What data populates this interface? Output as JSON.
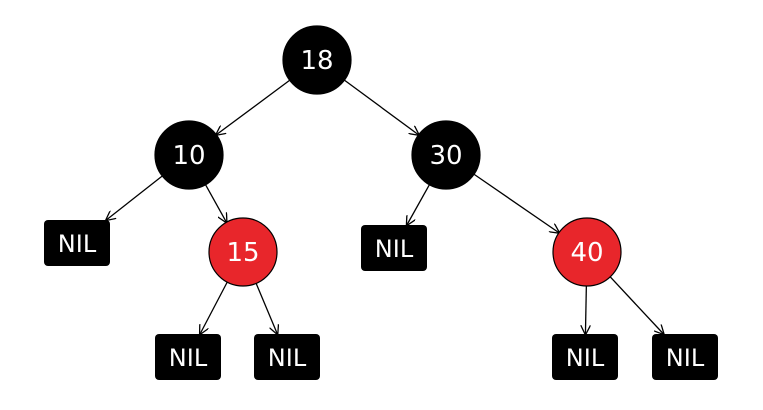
{
  "colors": {
    "black_node": "#000000",
    "red_node": "#e8262b",
    "text": "#ffffff",
    "edge": "#000000"
  },
  "nodes": [
    {
      "id": "n18",
      "label": "18",
      "color": "black"
    },
    {
      "id": "n10",
      "label": "10",
      "color": "black"
    },
    {
      "id": "n30",
      "label": "30",
      "color": "black"
    },
    {
      "id": "n15",
      "label": "15",
      "color": "red"
    },
    {
      "id": "n40",
      "label": "40",
      "color": "red"
    }
  ],
  "nil_leaves": [
    {
      "id": "nil-10-left",
      "label": "NIL"
    },
    {
      "id": "nil-15-left",
      "label": "NIL"
    },
    {
      "id": "nil-15-right",
      "label": "NIL"
    },
    {
      "id": "nil-30-left",
      "label": "NIL"
    },
    {
      "id": "nil-40-left",
      "label": "NIL"
    },
    {
      "id": "nil-40-right",
      "label": "NIL"
    }
  ],
  "edges": [
    {
      "from": "n18",
      "to": "n10"
    },
    {
      "from": "n18",
      "to": "n30"
    },
    {
      "from": "n10",
      "to": "nil-10-left"
    },
    {
      "from": "n10",
      "to": "n15"
    },
    {
      "from": "n15",
      "to": "nil-15-left"
    },
    {
      "from": "n15",
      "to": "nil-15-right"
    },
    {
      "from": "n30",
      "to": "nil-30-left"
    },
    {
      "from": "n30",
      "to": "n40"
    },
    {
      "from": "n40",
      "to": "nil-40-left"
    },
    {
      "from": "n40",
      "to": "nil-40-right"
    }
  ]
}
